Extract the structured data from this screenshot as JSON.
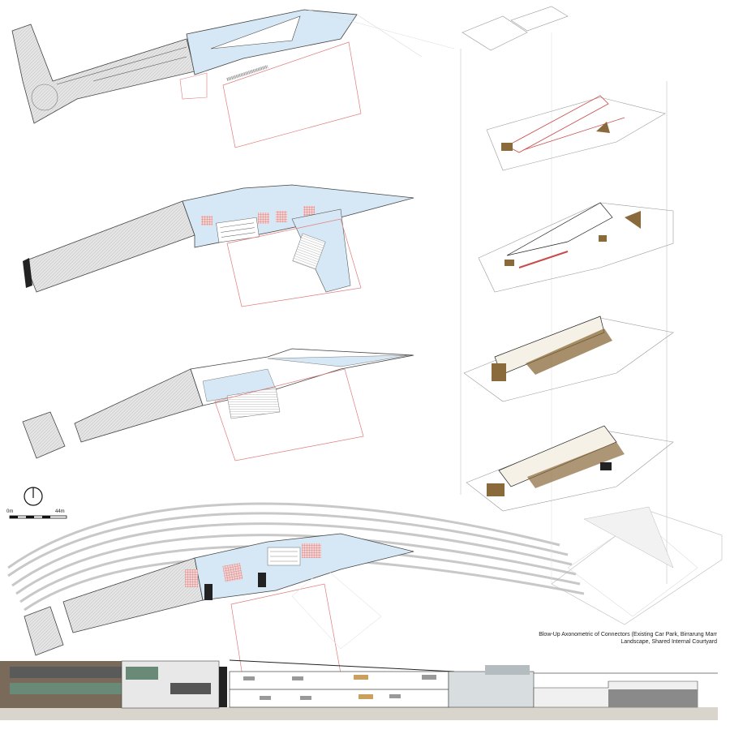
{
  "sheet": {
    "caption": "Blow-Up Axonometric of Connectors (Existing Car Park, Birrarung Marr Landscape, Shared Internal Courtyard",
    "scale_bar": {
      "start_label": "0m",
      "end_label": "44m"
    }
  },
  "palette": {
    "car_park_fill": "#e3e3e3",
    "connector_fill": "#d6e8f5",
    "program_red": "#c94c4c",
    "site_outline": "#e07b7b",
    "timber": "#8a6a3a",
    "section_glass": "#6a8a78",
    "ground": "#d9d4cc"
  }
}
